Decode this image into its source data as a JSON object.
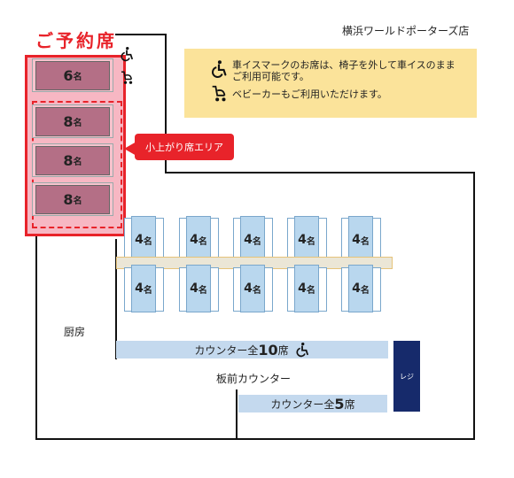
{
  "store_name": "横浜ワールドポーターズ店",
  "reservation": {
    "title": "ご予約席",
    "tables": [
      {
        "count": "6",
        "unit": "名"
      },
      {
        "count": "8",
        "unit": "名"
      },
      {
        "count": "8",
        "unit": "名"
      },
      {
        "count": "8",
        "unit": "名"
      }
    ],
    "raised_area_label": "小上がり席エリア"
  },
  "legend": {
    "wheelchair_text_line1": "車イスマークのお席は、椅子を外して車イスのまま",
    "wheelchair_text_line2": "ご利用可能です。",
    "stroller_text": "ベビーカーもご利用いただけます。",
    "wheelchair_icon": "wheelchair-icon",
    "stroller_icon": "stroller-icon"
  },
  "tables_4": {
    "top_row": [
      "4",
      "4",
      "4",
      "4",
      "4"
    ],
    "bottom_row": [
      "4",
      "4",
      "4",
      "4",
      "4"
    ],
    "unit": "名"
  },
  "kitchen_label": "厨房",
  "counter_10": {
    "prefix": "カウンター全",
    "count": "10",
    "unit": "席"
  },
  "counter_front_label": "板前カウンター",
  "counter_5": {
    "prefix": "カウンター全",
    "count": "5",
    "unit": "席"
  },
  "register_label": "レジ",
  "colors": {
    "reserved_red": "#e8232a",
    "reserved_fill": "#f7b7c3",
    "reserved_table": "#b46f86",
    "table_blue": "#b9d7ee",
    "legend_yellow": "#fbe39a",
    "register_navy": "#162a6b"
  }
}
